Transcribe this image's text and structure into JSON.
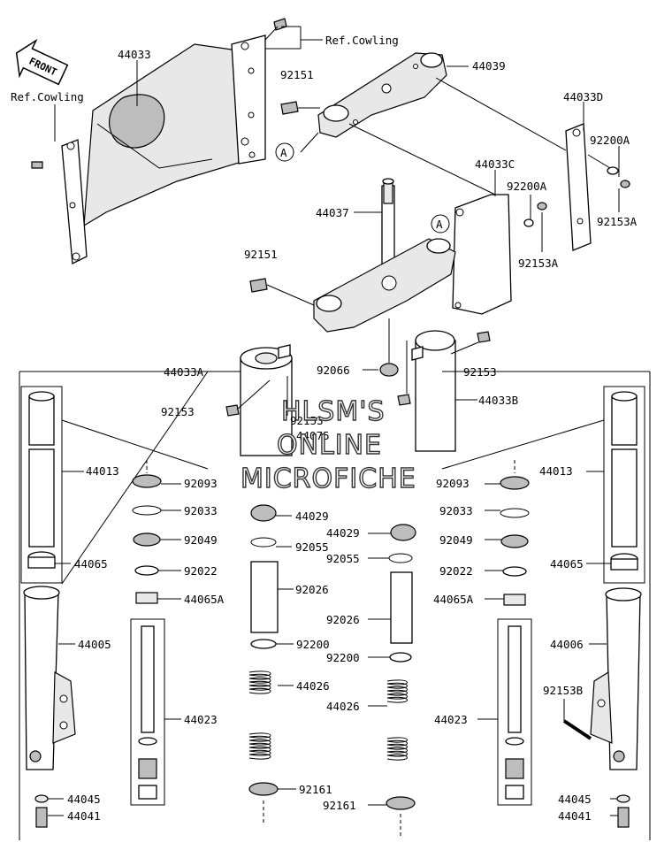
{
  "watermark": {
    "line1": "HLSM'S",
    "line2": "ONLINE",
    "line3": "MICROFICHE"
  },
  "front_arrow": {
    "label": "FRONT"
  },
  "ref_marker": "A",
  "labels": {
    "ref_cowling_top": "Ref.Cowling",
    "ref_cowling_left": "Ref.Cowling",
    "p44033": "44033",
    "p44039": "44039",
    "p92151_top": "92151",
    "p44033D": "44033D",
    "p92200A_right": "92200A",
    "p92153A_right": "92153A",
    "p44033C": "44033C",
    "p92200A_mid": "92200A",
    "p92153A_mid": "92153A",
    "p44037": "44037",
    "p92151_mid": "92151",
    "p44033A": "44033A",
    "p92066": "92066",
    "p92153_center": "92153",
    "p92153_right": "92153",
    "p92153_left": "92153",
    "p44033B": "44033B",
    "p44075": "44075",
    "p44013_left": "44013",
    "p92093_left": "92093",
    "p92093_right": "92093",
    "p44013_right": "44013",
    "p92033_left": "92033",
    "p44029_left": "44029",
    "p44029_right": "44029",
    "p92033_right": "92033",
    "p92049_left": "92049",
    "p92055_left": "92055",
    "p92055_right": "92055",
    "p92049_right": "92049",
    "p44065_left": "44065",
    "p92022_left": "92022",
    "p92022_right": "92022",
    "p44065_right": "44065",
    "p92026_left": "92026",
    "p92026_right": "92026",
    "p44065A_left": "44065A",
    "p44065A_right": "44065A",
    "p44005": "44005",
    "p92200_left": "92200",
    "p92200_right": "92200",
    "p44006": "44006",
    "p44026_left": "44026",
    "p44026_right": "44026",
    "p92153B": "92153B",
    "p44023_left": "44023",
    "p44023_right": "44023",
    "p92161_left": "92161",
    "p92161_right": "92161",
    "p44045_left": "44045",
    "p44041_left": "44041",
    "p44045_right": "44045",
    "p44041_right": "44041"
  }
}
